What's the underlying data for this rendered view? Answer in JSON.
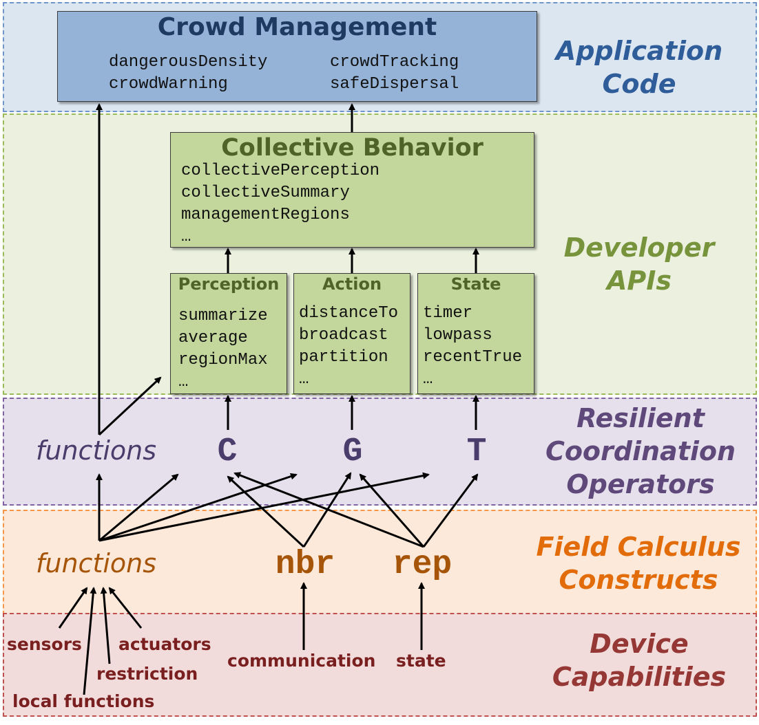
{
  "layers": {
    "application": {
      "label_line1": "Application",
      "label_line2": "Code",
      "color": "#2f5d9a"
    },
    "developer": {
      "label_line1": "Developer",
      "label_line2": "APIs",
      "color": "#77933c"
    },
    "coordination": {
      "label_line1": "Resilient",
      "label_line2": "Coordination",
      "label_line3": "Operators",
      "color": "#5f497a"
    },
    "field": {
      "label_line1": "Field Calculus",
      "label_line2": "Constructs",
      "color": "#e36c0a"
    },
    "device": {
      "label_line1": "Device",
      "label_line2": "Capabilities",
      "color": "#953735"
    }
  },
  "crowd_management": {
    "title": "Crowd Management",
    "items": [
      "dangerousDensity",
      "crowdTracking",
      "crowdWarning",
      "safeDispersal"
    ],
    "title_color": "#1f3a60"
  },
  "collective_behavior": {
    "title": "Collective Behavior",
    "items": [
      "collectivePerception",
      "collectiveSummary",
      "managementRegions",
      "…"
    ],
    "title_color": "#4f6228"
  },
  "apis": [
    {
      "title": "Perception",
      "items": [
        "summarize",
        "average",
        "regionMax",
        "…"
      ]
    },
    {
      "title": "Action",
      "items": [
        "distanceTo",
        "broadcast",
        "partition",
        "…"
      ]
    },
    {
      "title": "State",
      "items": [
        "timer",
        "lowpass",
        "recentTrue",
        "…"
      ]
    }
  ],
  "operators": {
    "functions_label": "functions",
    "c": "C",
    "g": "G",
    "t": "T",
    "color": "#4a3d6b"
  },
  "constructs": {
    "functions_label": "functions",
    "nbr": "nbr",
    "rep": "rep",
    "color": "#a65408"
  },
  "capabilities": {
    "sensors": "sensors",
    "actuators": "actuators",
    "restriction": "restriction",
    "local_functions": "local functions",
    "communication": "communication",
    "state": "state"
  }
}
